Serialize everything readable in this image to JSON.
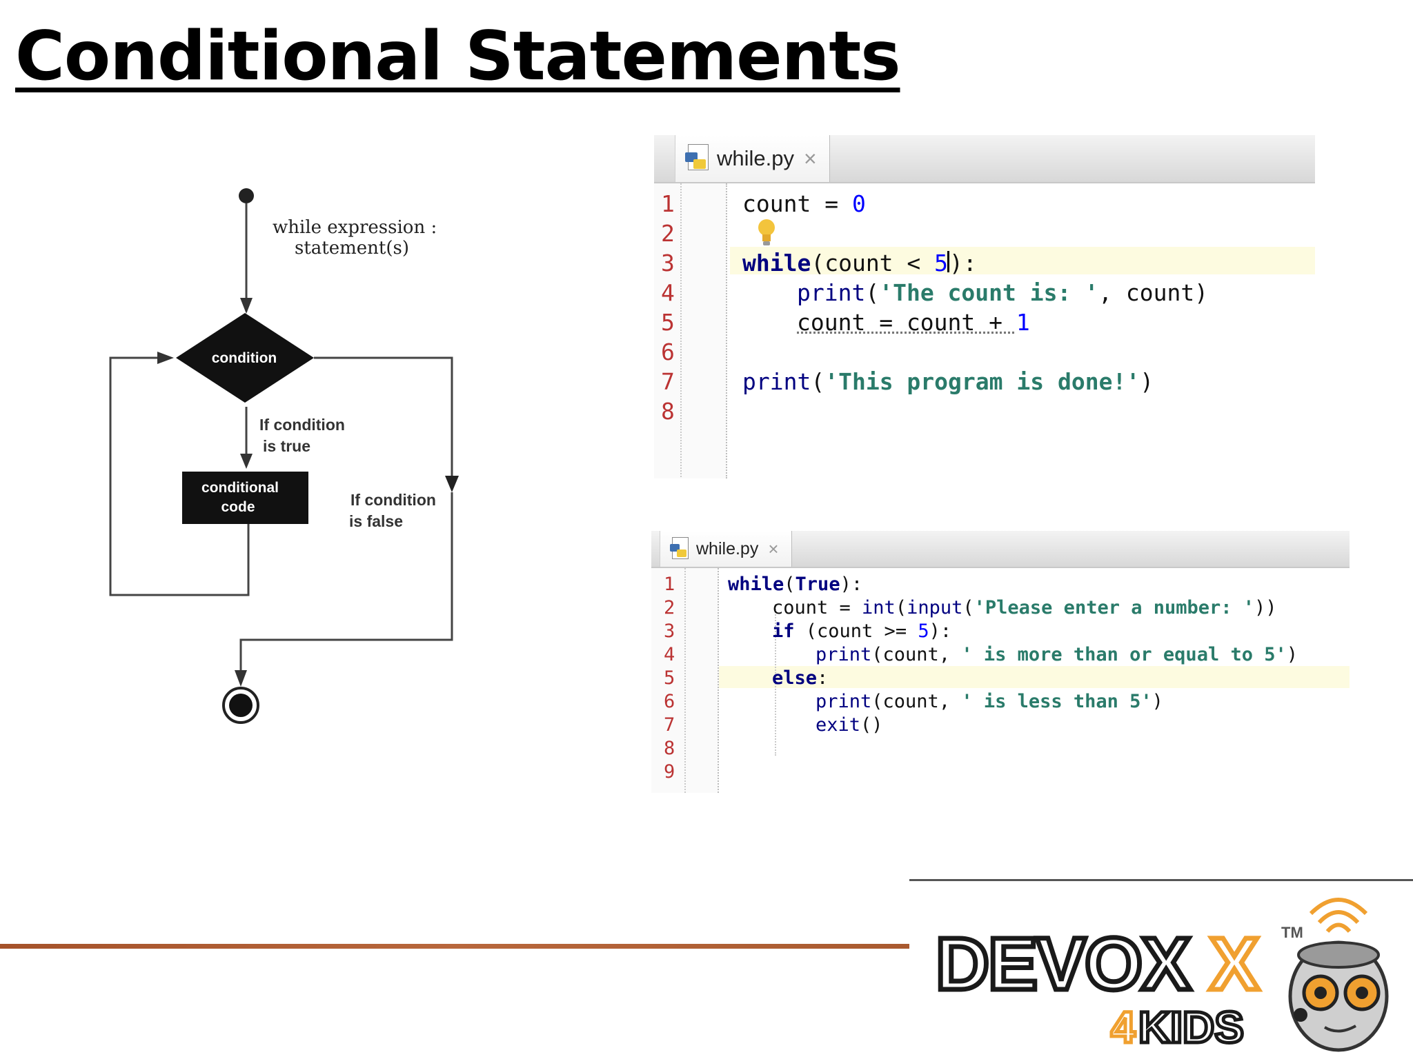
{
  "title": "Conditional Statements",
  "flowchart": {
    "top_label_line1": "while expression :",
    "top_label_line2": "statement(s)",
    "decision_label": "condition",
    "true_label_line1": "If condition",
    "true_label_line2": "is true",
    "process_label_line1": "conditional",
    "process_label_line2": "code",
    "false_label_line1": "If condition",
    "false_label_line2": "is false"
  },
  "editor1": {
    "tab_label": "while.py",
    "tab_close": "×",
    "line_numbers": [
      "1",
      "2",
      "3",
      "4",
      "5",
      "6",
      "7",
      "8"
    ],
    "code": {
      "l1_a": "count = ",
      "l1_b": "0",
      "l3_kw": "while",
      "l3_a": "(count < ",
      "l3_b": "5",
      "l3_c": "):",
      "l4_fn": "print",
      "l4_a": "(",
      "l4_str": "'The count is: '",
      "l4_b": ", count)",
      "l5_a": "count = count + ",
      "l5_b": "1",
      "l7_fn": "print",
      "l7_a": "(",
      "l7_str": "'This program is done!'",
      "l7_b": ")"
    }
  },
  "editor2": {
    "tab_label": "while.py",
    "tab_close": "×",
    "line_numbers": [
      "1",
      "2",
      "3",
      "4",
      "5",
      "6",
      "7",
      "8",
      "9"
    ],
    "code": {
      "l1_kw": "while",
      "l1_a": "(",
      "l1_kw2": "True",
      "l1_b": "):",
      "l2_a": "count = ",
      "l2_fn": "int",
      "l2_b": "(",
      "l2_fn2": "input",
      "l2_c": "(",
      "l2_str": "'Please enter a number: '",
      "l2_d": "))",
      "l3_kw": "if",
      "l3_a": " (count >= ",
      "l3_num": "5",
      "l3_b": "):",
      "l4_fn": "print",
      "l4_a": "(count, ",
      "l4_str": "' is more than or equal to 5'",
      "l4_b": ")",
      "l5_kw": "else",
      "l5_a": ":",
      "l6_fn": "print",
      "l6_a": "(count, ",
      "l6_str": "' is less than 5'",
      "l6_b": ")",
      "l7_fn": "exit",
      "l7_a": "()"
    }
  },
  "logo": {
    "word": "DEVOX",
    "word_last": "X",
    "tm": "TM",
    "sub_digit": "4",
    "sub_word": "KIDS"
  },
  "colors": {
    "accent_rule": "#a5522a",
    "logo_orange": "#f0a030",
    "logo_dark": "#1a1a1a"
  }
}
